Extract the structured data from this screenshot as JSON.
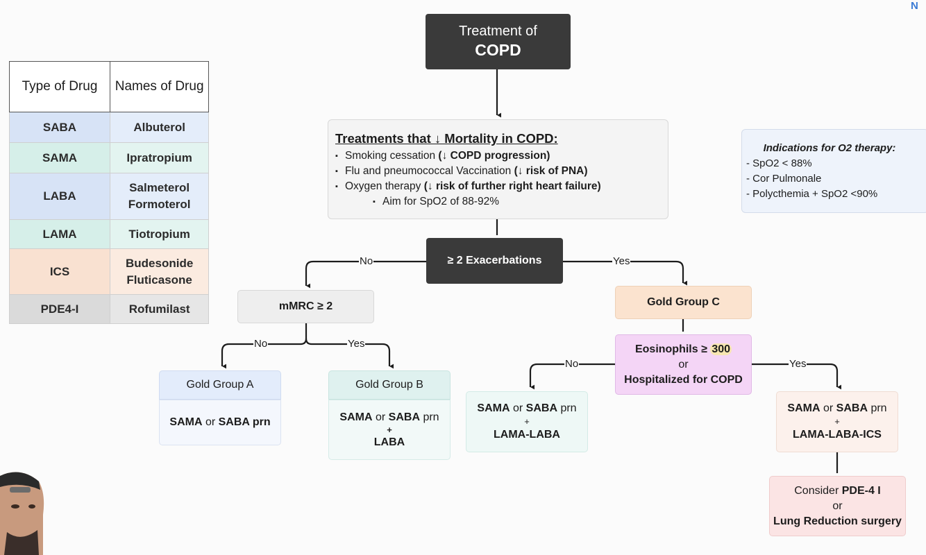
{
  "drug_table": {
    "header": [
      "Type of Drug",
      "Names of Drug"
    ],
    "rows": [
      {
        "type": "SABA",
        "names": "Albuterol",
        "color": "#d7e3f6",
        "color2": "#e4edfa"
      },
      {
        "type": "SAMA",
        "names": "Ipratropium",
        "color": "#d6efe9",
        "color2": "#e3f4f0"
      },
      {
        "type": "LABA",
        "names": "Salmeterol Formoterol",
        "color": "#d7e3f6",
        "color2": "#e4edfa"
      },
      {
        "type": "LAMA",
        "names": "Tiotropium",
        "color": "#d6efe9",
        "color2": "#e3f4f0"
      },
      {
        "type": "ICS",
        "names": "Budesonide Fluticasone",
        "color": "#f9e1d1",
        "color2": "#fbebe0"
      },
      {
        "type": "PDE4-I",
        "names": "Rofumilast",
        "color": "#dadada",
        "color2": "#e6e6e6"
      }
    ]
  },
  "title": {
    "line1": "Treatment of",
    "line2": "COPD"
  },
  "mortality": {
    "heading": "Treatments that ↓ Mortality in COPD:",
    "items": [
      {
        "text": "Smoking cessation ",
        "bold": "(↓ COPD progression)"
      },
      {
        "text": "Flu and pneumococcal Vaccination ",
        "bold": "(↓ risk of PNA)"
      },
      {
        "text": "Oxygen therapy ",
        "bold": "(↓ risk of further right heart failure)"
      }
    ],
    "sub_item": "Aim for SpO2 of 88-92%"
  },
  "o2_therapy": {
    "title": "Indications for O2 therapy:",
    "items": [
      "- SpO2 < 88%",
      "- Cor Pulmonale",
      "- Polycthemia + SpO2 <90%"
    ]
  },
  "exacerbations": "≥ 2 Exacerbations",
  "mmrc": "mMRC ≥ 2",
  "labels": {
    "no": "No",
    "yes": "Yes"
  },
  "group_a": {
    "head": "Gold Group A",
    "body_1": "SAMA",
    "body_or": " or ",
    "body_2": "SABA",
    "body_prn": " prn"
  },
  "group_b": {
    "head": "Gold Group B",
    "body_1": "SAMA",
    "body_or": " or ",
    "body_2": "SABA",
    "body_prn": " prn",
    "plus": "+",
    "laba": "LABA"
  },
  "group_c": {
    "head": "Gold Group C"
  },
  "eosinophils": {
    "line1_a": "Eosinophils ≥ ",
    "line1_b": "300",
    "or": "or",
    "line3": "Hospitalized for COPD"
  },
  "c_no": {
    "line1_1": "SAMA",
    "line1_or": " or ",
    "line1_2": "SABA",
    "line1_prn": " prn",
    "plus": "+",
    "line3": "LAMA-LABA"
  },
  "c_yes": {
    "line1_1": "SAMA",
    "line1_or": " or ",
    "line1_2": "SABA",
    "line1_prn": " prn",
    "plus": "+",
    "line3": "LAMA-LABA-ICS"
  },
  "pde": {
    "line1_a": "Consider ",
    "line1_b": "PDE-4 I",
    "or": "or",
    "line3": "Lung Reduction surgery"
  },
  "corner_mark": "N"
}
